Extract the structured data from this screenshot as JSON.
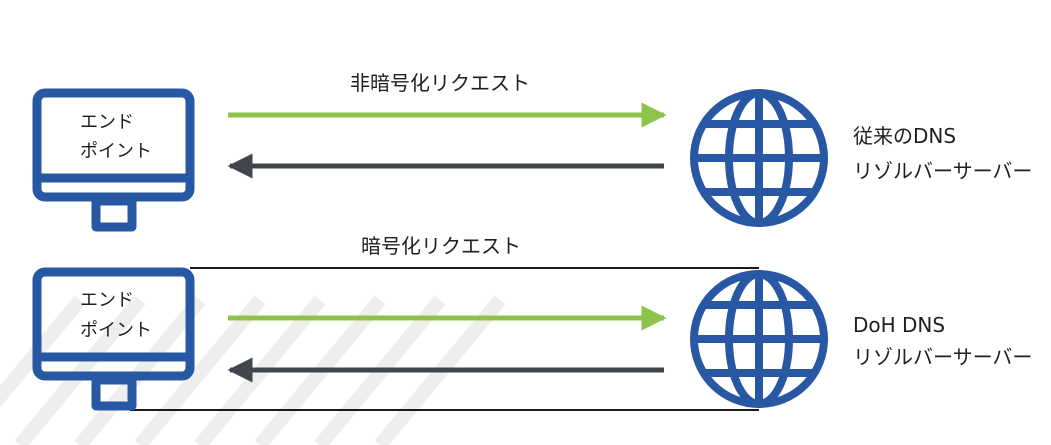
{
  "colors": {
    "background": "#ffffff",
    "device_blue": "#2857a4",
    "arrow_green": "#8dc34a",
    "arrow_dark": "#41464d",
    "tunnel_line": "#1a1a1a",
    "decor_stripes": "#eeeeee",
    "text": "#1f1f1f"
  },
  "icons": {
    "endpoint": "monitor-icon",
    "server": "globe-icon"
  },
  "rows": [
    {
      "request_label": "非暗号化リクエスト",
      "endpoint_label": [
        "エンド",
        "ポイント"
      ],
      "server_label": [
        "従来のDNS",
        "リゾルバーサーバー"
      ],
      "encrypted": false
    },
    {
      "request_label": "暗号化リクエスト",
      "endpoint_label": [
        "エンド",
        "ポイント"
      ],
      "server_label": [
        "DoH DNS",
        "リゾルバーサーバー"
      ],
      "encrypted": true
    }
  ]
}
